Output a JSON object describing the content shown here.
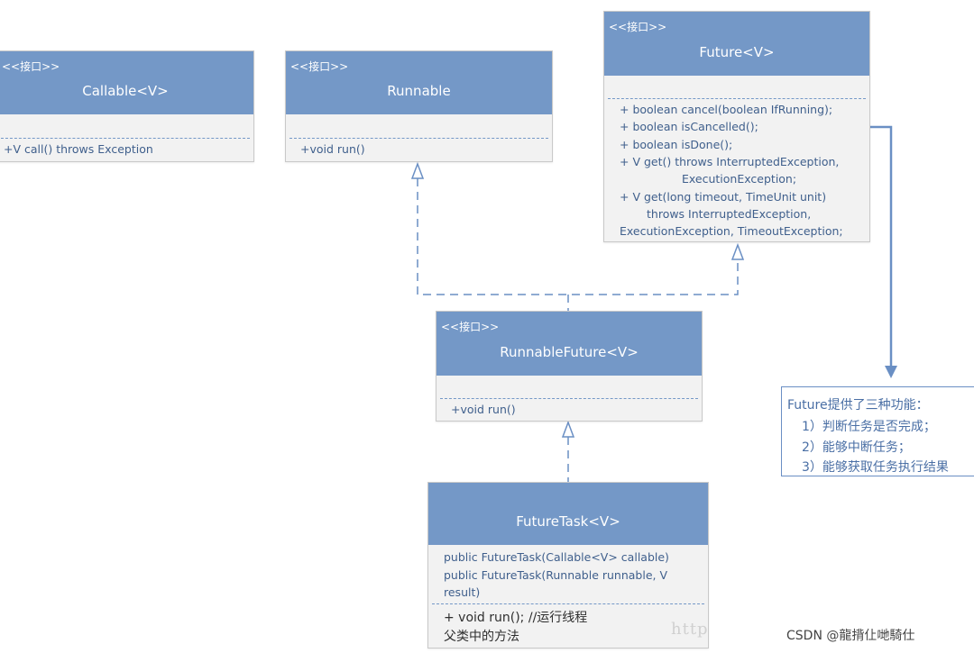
{
  "diagram": {
    "callable": {
      "stereotype": "<<接口>>",
      "name": "Callable<V>",
      "methods": [
        "+V call() throws Exception"
      ]
    },
    "runnable": {
      "stereotype": "<<接口>>",
      "name": "Runnable",
      "methods": [
        "+void run()"
      ]
    },
    "future": {
      "stereotype": "<<接口>>",
      "name": "Future<V>",
      "methods": [
        "+ boolean cancel(boolean IfRunning);",
        "+ boolean isCancelled();",
        "+ boolean isDone();",
        "+ V get() throws InterruptedException,",
        "ExecutionException;",
        "+ V get(long timeout, TimeUnit unit)",
        "throws InterruptedException,",
        "ExecutionException, TimeoutException;"
      ]
    },
    "runnable_future": {
      "stereotype": "<<接口>>",
      "name": "RunnableFuture<V>",
      "methods": [
        "+void run()"
      ]
    },
    "future_task": {
      "name": "FutureTask<V>",
      "constructors": [
        "public FutureTask(Callable<V> callable)",
        "public FutureTask(Runnable runnable, V",
        "result)"
      ],
      "methods": [
        "+ void run(); //运行线程",
        "父类中的方法"
      ]
    },
    "note": {
      "lines": [
        "Future提供了三种功能：",
        "1）判断任务是否完成；",
        "2）能够中断任务；",
        "3）能够获取任务执行结果"
      ]
    },
    "colors": {
      "header": "#7498c7",
      "body": "#f2f2f2",
      "text": "#3f5f8c",
      "connector": "#6a8fc4"
    }
  },
  "watermark": {
    "url_fragment": "http",
    "credit": "CSDN @龍揹仩哋騎仕"
  }
}
